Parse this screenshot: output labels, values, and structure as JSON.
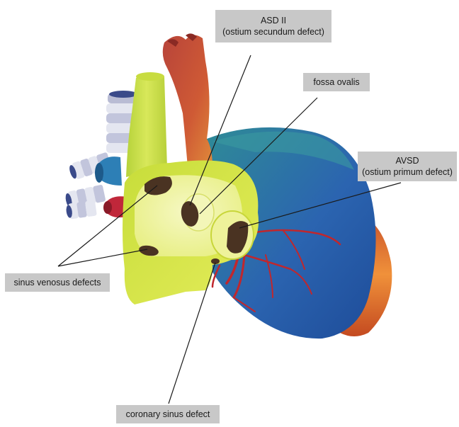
{
  "labels": {
    "asd2": {
      "line1": "ASD II",
      "line2": "(ostium secundum defect)"
    },
    "fossa": {
      "line1": "fossa ovalis"
    },
    "avsd": {
      "line1": "AVSD",
      "line2": "(ostium primum defect)"
    },
    "sinus_venosus": {
      "line1": "sinus venosus defects"
    },
    "coronary_sinus": {
      "line1": "coronary sinus defect"
    }
  },
  "colors": {
    "right_atrium": "#d6e34a",
    "right_atrium_light": "#eef29a",
    "aorta": "#c8503a",
    "ventricle_blue": "#2f6fb3",
    "ventricle_teal": "#2f8c96",
    "ventricle_orange": "#d9632a",
    "vessels": "#c0272d",
    "defect_hole": "#4a3322",
    "label_bg": "#c8c8c8"
  }
}
